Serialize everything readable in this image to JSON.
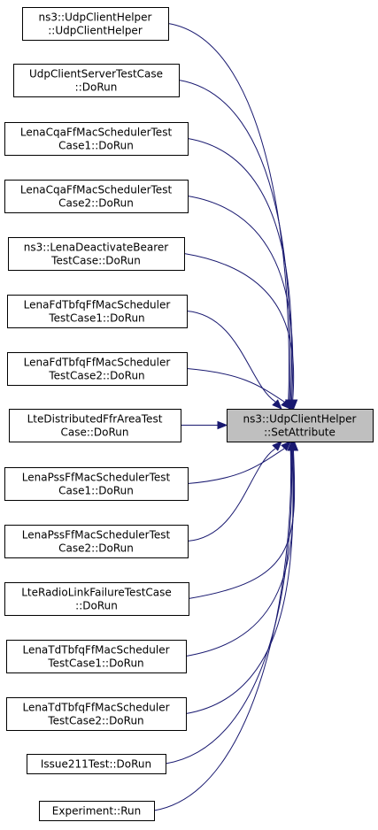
{
  "colors": {
    "edge": "#191970",
    "target_fill": "#bfbfbf",
    "caller_fill": "#ffffff",
    "border": "#000000"
  },
  "target": {
    "lines": [
      "ns3::UdpClientHelper",
      "::SetAttribute"
    ]
  },
  "callers": [
    {
      "lines": [
        "ns3::UdpClientHelper",
        "::UdpClientHelper"
      ]
    },
    {
      "lines": [
        "UdpClientServerTestCase",
        "::DoRun"
      ]
    },
    {
      "lines": [
        "LenaCqaFfMacSchedulerTest",
        "Case1::DoRun"
      ]
    },
    {
      "lines": [
        "LenaCqaFfMacSchedulerTest",
        "Case2::DoRun"
      ]
    },
    {
      "lines": [
        "ns3::LenaDeactivateBearer",
        "TestCase::DoRun"
      ]
    },
    {
      "lines": [
        "LenaFdTbfqFfMacScheduler",
        "TestCase1::DoRun"
      ]
    },
    {
      "lines": [
        "LenaFdTbfqFfMacScheduler",
        "TestCase2::DoRun"
      ]
    },
    {
      "lines": [
        "LteDistributedFfrAreaTest",
        "Case::DoRun"
      ]
    },
    {
      "lines": [
        "LenaPssFfMacSchedulerTest",
        "Case1::DoRun"
      ]
    },
    {
      "lines": [
        "LenaPssFfMacSchedulerTest",
        "Case2::DoRun"
      ]
    },
    {
      "lines": [
        "LteRadioLinkFailureTestCase",
        "::DoRun"
      ]
    },
    {
      "lines": [
        "LenaTdTbfqFfMacScheduler",
        "TestCase1::DoRun"
      ]
    },
    {
      "lines": [
        "LenaTdTbfqFfMacScheduler",
        "TestCase2::DoRun"
      ]
    },
    {
      "lines": [
        "Issue211Test::DoRun"
      ]
    },
    {
      "lines": [
        "Experiment::Run"
      ]
    }
  ]
}
